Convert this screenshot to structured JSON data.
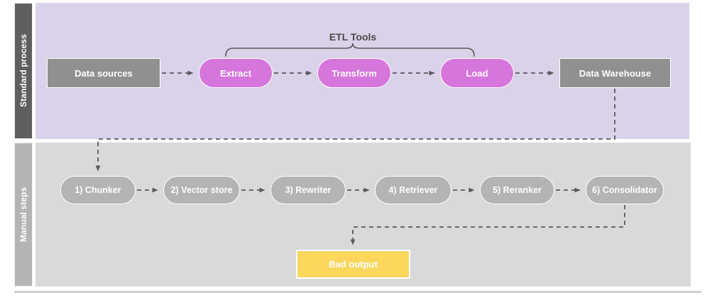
{
  "diagram": {
    "title_label": "ETL Tools",
    "lanes": [
      {
        "id": "standard",
        "label": "Standard process",
        "background": "#d9d2e9",
        "label_background": "#5f5f5f"
      },
      {
        "id": "manual",
        "label": "Manual steps",
        "background": "#d9d9d9",
        "label_background": "#b4b4b4"
      }
    ],
    "colors": {
      "lane_standard_fill": "#d9d2e9",
      "lane_manual_fill": "#d9d9d9",
      "lane_standard_label": "#5f5f5f",
      "lane_manual_label": "#b4b4b4",
      "node_gray": "#909090",
      "node_orchid": "#d675dc",
      "node_step_gray": "#b4b4b4",
      "node_warning_yellow": "#fcd75e",
      "connector": "#595959",
      "text_on_node": "#ffffff",
      "label_text": "#4a4a4a"
    },
    "standard_process_nodes": [
      {
        "id": "data-sources",
        "label": "Data sources",
        "shape": "rect",
        "fill": "#909090"
      },
      {
        "id": "extract",
        "label": "Extract",
        "shape": "pill",
        "fill": "#d675dc"
      },
      {
        "id": "transform",
        "label": "Transform",
        "shape": "pill",
        "fill": "#d675dc"
      },
      {
        "id": "load",
        "label": "Load",
        "shape": "pill",
        "fill": "#d675dc"
      },
      {
        "id": "data-warehouse",
        "label": "Data Warehouse",
        "shape": "rect",
        "fill": "#909090"
      }
    ],
    "manual_steps_nodes": [
      {
        "id": "chunker",
        "label": "1) Chunker",
        "shape": "pill",
        "fill": "#b4b4b4"
      },
      {
        "id": "vector-store",
        "label": "2) Vector store",
        "shape": "pill",
        "fill": "#b4b4b4"
      },
      {
        "id": "rewriter",
        "label": "3) Rewriter",
        "shape": "pill",
        "fill": "#b4b4b4"
      },
      {
        "id": "retriever",
        "label": "4) Retriever",
        "shape": "pill",
        "fill": "#b4b4b4"
      },
      {
        "id": "reranker",
        "label": "5) Reranker",
        "shape": "pill",
        "fill": "#b4b4b4"
      },
      {
        "id": "consolidator",
        "label": "6) Consolidator",
        "shape": "pill",
        "fill": "#b4b4b4"
      }
    ],
    "output_node": {
      "id": "bad-output",
      "label": "Bad output",
      "shape": "rect",
      "fill": "#fcd75e"
    },
    "bracket": {
      "label": "ETL Tools",
      "spans": [
        "extract",
        "transform",
        "load"
      ]
    },
    "edges": [
      {
        "from": "data-sources",
        "to": "extract",
        "style": "dashed",
        "arrow": true
      },
      {
        "from": "extract",
        "to": "transform",
        "style": "dashed",
        "arrow": true
      },
      {
        "from": "transform",
        "to": "load",
        "style": "dashed",
        "arrow": true
      },
      {
        "from": "load",
        "to": "data-warehouse",
        "style": "dashed",
        "arrow": true
      },
      {
        "from": "data-warehouse",
        "to": "chunker",
        "style": "dashed",
        "arrow": true
      },
      {
        "from": "chunker",
        "to": "vector-store",
        "style": "dashed",
        "arrow": true
      },
      {
        "from": "vector-store",
        "to": "rewriter",
        "style": "dashed",
        "arrow": true
      },
      {
        "from": "rewriter",
        "to": "retriever",
        "style": "dashed",
        "arrow": true
      },
      {
        "from": "retriever",
        "to": "reranker",
        "style": "dashed",
        "arrow": true
      },
      {
        "from": "reranker",
        "to": "consolidator",
        "style": "dashed",
        "arrow": true
      },
      {
        "from": "consolidator",
        "to": "bad-output",
        "style": "dashed",
        "arrow": true
      }
    ]
  }
}
